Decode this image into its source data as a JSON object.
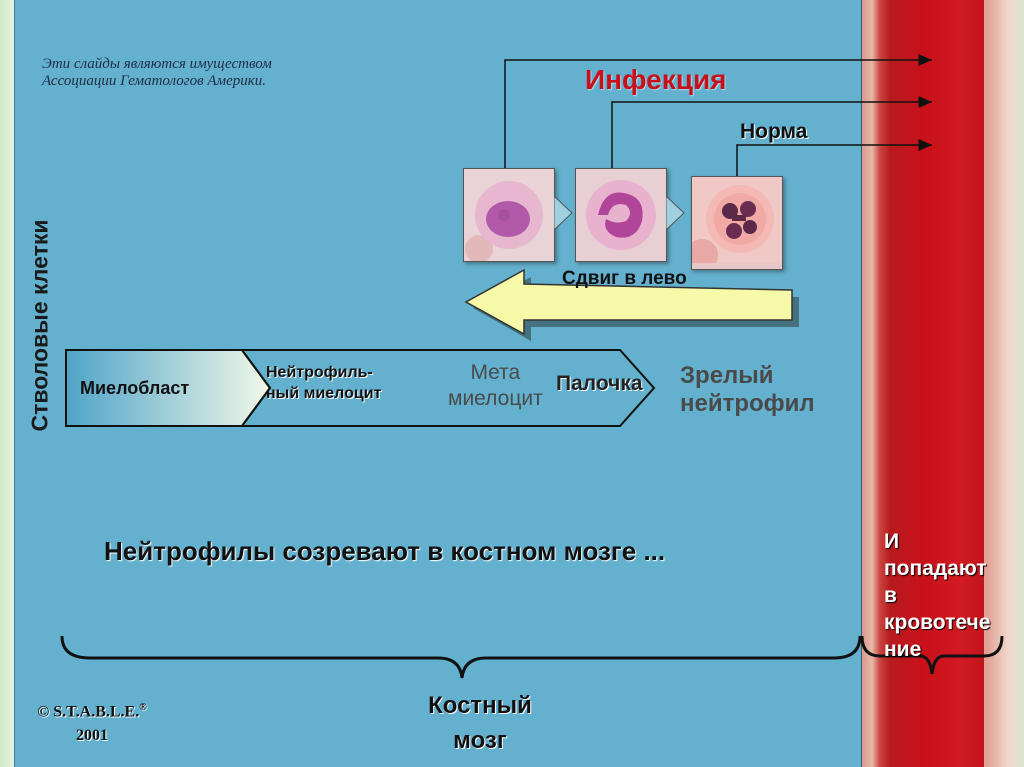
{
  "credit": [
    "Эти слайды являются имуществом",
    "Ассоциации Гематологов Америки."
  ],
  "side_label": "Стволовые клетки",
  "infection_label": "Инфекция",
  "norm_label": "Норма",
  "shift_label": "Сдвиг в лево",
  "stages": {
    "myeloblast": "Миелобласт",
    "neutrophil_myelocyte": [
      "Нейтрофиль-",
      "ный миелоцит"
    ],
    "metamyelocyte": [
      "Мета",
      "миелоцит"
    ],
    "band": "Палочка",
    "mature": [
      "Зрелый",
      "нейтрофил"
    ]
  },
  "headline": "Нейтрофилы созревают в костном мозге ...",
  "vessel_text": [
    "И",
    "попадают",
    "в",
    "кровотече",
    "ние"
  ],
  "bone_marrow_label": [
    "Костный",
    "мозг"
  ],
  "copyright": [
    "© S.T.A.B.L.E.",
    "®",
    "2001"
  ],
  "colors": {
    "panel": "#64b1cf",
    "infection": "#c8101a",
    "shift_arrow": "#f6f9a8",
    "vessel": "#c8101a"
  }
}
